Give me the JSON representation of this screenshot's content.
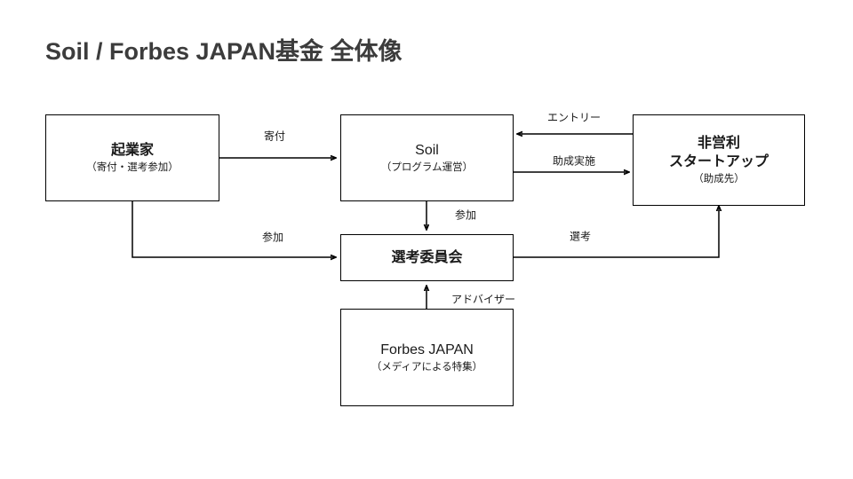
{
  "page": {
    "title": "Soil / Forbes JAPAN基金 全体像",
    "background_color": "#ffffff",
    "title_color": "#3c3c3c",
    "line_color": "#000000"
  },
  "nodes": {
    "entrepreneur": {
      "main": "起業家",
      "sub": "（寄付・選考参加）"
    },
    "soil": {
      "main": "Soil",
      "sub": "（プログラム運営）"
    },
    "nonprofit": {
      "main": "非営利\nスタートアップ",
      "sub": "（助成先）"
    },
    "committee": {
      "main": "選考委員会",
      "sub": ""
    },
    "forbes": {
      "main": "Forbes JAPAN",
      "sub": "（メディアによる特集）"
    }
  },
  "edges": {
    "donation": "寄付",
    "entry": "エントリー",
    "grant": "助成実施",
    "participation_soil": "参加",
    "participation_entrepreneur": "参加",
    "selection": "選考",
    "advisor": "アドバイザー"
  }
}
